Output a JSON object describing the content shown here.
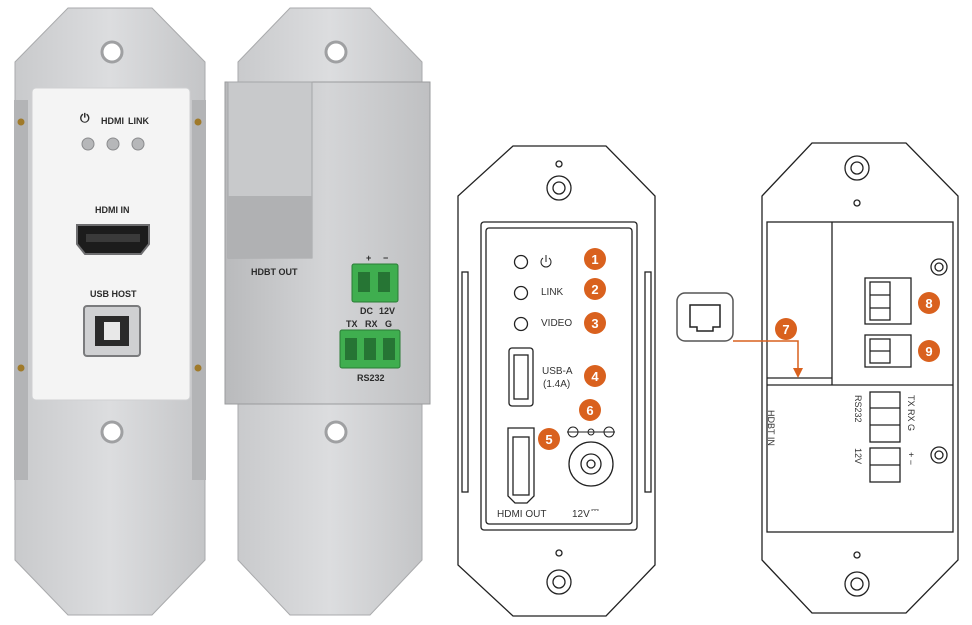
{
  "colors": {
    "accent": "#d9611e",
    "terminal_green": "#3fae4f",
    "plate_gray": "#d5d6d8",
    "panel_white": "#f3f3f3"
  },
  "photo_front": {
    "power_icon": "power-icon",
    "hdmi_label": "HDMI",
    "link_label": "LINK",
    "hdmi_in_label": "HDMI IN",
    "usb_host_label": "USB HOST"
  },
  "photo_back": {
    "hdbt_out_label": "HDBT OUT",
    "plus_label": "+",
    "minus_label": "−",
    "dc_label": "DC",
    "v12_label": "12V",
    "tx_label": "TX",
    "rx_label": "RX",
    "g_label": "G",
    "rs232_label": "RS232"
  },
  "drawing_front": {
    "link_label": "LINK",
    "video_label": "VIDEO",
    "usb_a_label": "USB-A",
    "usb_a_current": "(1.4A)",
    "hdmi_out_label": "HDMI OUT",
    "v12_label": "12V"
  },
  "drawing_back": {
    "hdbt_in_label": "HDBT IN",
    "rs232_label": "RS232",
    "tx_rx_g_label": "TX RX G",
    "v12_label": "12V",
    "plus_minus_label": "+ −"
  },
  "callouts": [
    "1",
    "2",
    "3",
    "4",
    "5",
    "6",
    "7",
    "8",
    "9"
  ]
}
